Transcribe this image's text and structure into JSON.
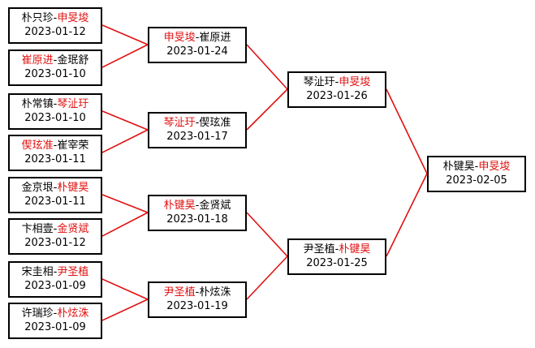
{
  "colors": {
    "line": "#e01010",
    "winner": "#e01010",
    "border": "#000000",
    "text": "#000000"
  },
  "matches": {
    "r1m1": {
      "p1": "朴只珍",
      "sep": "-",
      "p2": "申旻埈",
      "winner": 2,
      "date": "2023-01-12"
    },
    "r1m2": {
      "p1": "崔原进",
      "sep": "-",
      "p2": "金珉舒",
      "winner": 1,
      "date": "2023-01-10"
    },
    "r1m3": {
      "p1": "朴常镇",
      "sep": "-",
      "p2": "琴沚玗",
      "winner": 2,
      "date": "2023-01-10"
    },
    "r1m4": {
      "p1": "偰玹准",
      "sep": "-",
      "p2": "崔宰荣",
      "winner": 1,
      "date": "2023-01-11"
    },
    "r1m5": {
      "p1": "金京垠",
      "sep": "-",
      "p2": "朴键昊",
      "winner": 2,
      "date": "2023-01-11"
    },
    "r1m6": {
      "p1": "卞相壹",
      "sep": "-",
      "p2": "金贤斌",
      "winner": 2,
      "date": "2023-01-12"
    },
    "r1m7": {
      "p1": "宋圭相",
      "sep": "-",
      "p2": "尹圣植",
      "winner": 2,
      "date": "2023-01-09"
    },
    "r1m8": {
      "p1": "许瑞珍",
      "sep": "-",
      "p2": "朴炫洙",
      "winner": 2,
      "date": "2023-01-09"
    },
    "r2m1": {
      "p1": "申旻埈",
      "sep": "-",
      "p2": "崔原进",
      "winner": 1,
      "date": "2023-01-24"
    },
    "r2m2": {
      "p1": "琴沚玗",
      "sep": "-",
      "p2": "偰玹准",
      "winner": 1,
      "date": "2023-01-17"
    },
    "r2m3": {
      "p1": "朴键昊",
      "sep": "-",
      "p2": "金贤斌",
      "winner": 1,
      "date": "2023-01-18"
    },
    "r2m4": {
      "p1": "尹圣植",
      "sep": "-",
      "p2": "朴炫洙",
      "winner": 1,
      "date": "2023-01-19"
    },
    "r3m1": {
      "p1": "琴沚玗",
      "sep": "-",
      "p2": "申旻埈",
      "winner": 2,
      "date": "2023-01-26"
    },
    "r3m2": {
      "p1": "尹圣植",
      "sep": "-",
      "p2": "朴键昊",
      "winner": 2,
      "date": "2023-01-25"
    },
    "final": {
      "p1": "朴键昊",
      "sep": "-",
      "p2": "申旻埈",
      "winner": 2,
      "date": "2023-02-05"
    }
  }
}
